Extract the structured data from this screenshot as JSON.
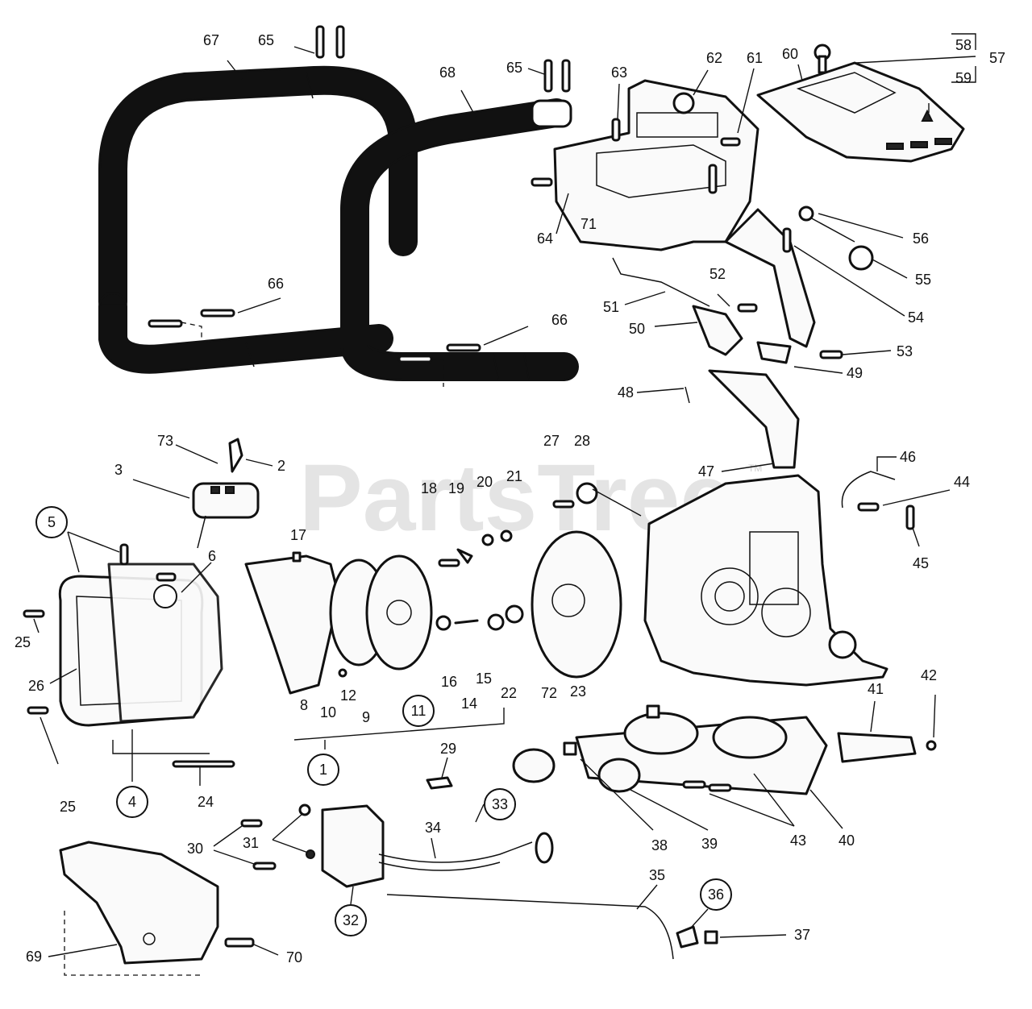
{
  "watermark": {
    "text": "PartsTree",
    "mark": "TM"
  },
  "labels": [
    {
      "t": "67"
    },
    {
      "t": "65"
    },
    {
      "t": "68"
    },
    {
      "t": "65"
    },
    {
      "t": "63"
    },
    {
      "t": "62"
    },
    {
      "t": "61"
    },
    {
      "t": "60"
    },
    {
      "t": "58"
    },
    {
      "t": "57"
    },
    {
      "t": "59"
    },
    {
      "t": "64"
    },
    {
      "t": "71"
    },
    {
      "t": "56"
    },
    {
      "t": "55"
    },
    {
      "t": "54"
    },
    {
      "t": "52"
    },
    {
      "t": "51"
    },
    {
      "t": "50"
    },
    {
      "t": "53"
    },
    {
      "t": "49"
    },
    {
      "t": "66"
    },
    {
      "t": "66"
    },
    {
      "t": "48"
    },
    {
      "t": "47"
    },
    {
      "t": "46"
    },
    {
      "t": "44"
    },
    {
      "t": "45"
    },
    {
      "t": "73"
    },
    {
      "t": "2"
    },
    {
      "t": "3"
    },
    {
      "t": "5"
    },
    {
      "t": "17"
    },
    {
      "t": "6"
    },
    {
      "t": "27"
    },
    {
      "t": "28"
    },
    {
      "t": "18"
    },
    {
      "t": "19"
    },
    {
      "t": "20"
    },
    {
      "t": "21"
    },
    {
      "t": "25"
    },
    {
      "t": "26"
    },
    {
      "t": "8"
    },
    {
      "t": "10"
    },
    {
      "t": "12"
    },
    {
      "t": "9"
    },
    {
      "t": "11"
    },
    {
      "t": "16"
    },
    {
      "t": "14"
    },
    {
      "t": "15"
    },
    {
      "t": "22"
    },
    {
      "t": "72"
    },
    {
      "t": "23"
    },
    {
      "t": "41"
    },
    {
      "t": "42"
    },
    {
      "t": "1"
    },
    {
      "t": "25"
    },
    {
      "t": "4"
    },
    {
      "t": "24"
    },
    {
      "t": "29"
    },
    {
      "t": "33"
    },
    {
      "t": "34"
    },
    {
      "t": "30"
    },
    {
      "t": "31"
    },
    {
      "t": "32"
    },
    {
      "t": "38"
    },
    {
      "t": "39"
    },
    {
      "t": "43"
    },
    {
      "t": "40"
    },
    {
      "t": "35"
    },
    {
      "t": "36"
    },
    {
      "t": "37"
    },
    {
      "t": "69"
    },
    {
      "t": "70"
    }
  ]
}
